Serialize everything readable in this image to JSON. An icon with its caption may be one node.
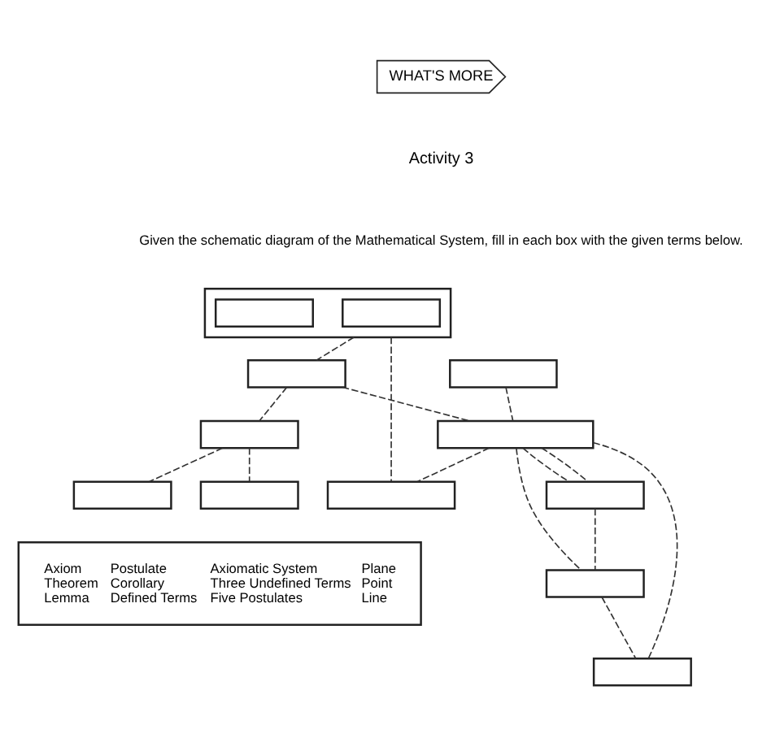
{
  "diagram": {
    "nodes": [
      {
        "text": [
          "WHAT'S MORE"
        ]
      },
      {
        "text": [],
        "shape": "box"
      },
      {
        "text": [],
        "shape": "box",
        "in": 1
      },
      {
        "text": [],
        "shape": "box",
        "in": 1
      },
      {
        "text": [],
        "shape": "box"
      },
      {
        "text": [],
        "shape": "box"
      },
      {
        "text": [],
        "shape": "box"
      },
      {
        "text": [],
        "shape": "box"
      },
      {
        "text": [],
        "shape": "box"
      },
      {
        "text": [],
        "shape": "box"
      },
      {
        "text": [],
        "shape": "box"
      },
      {
        "text": [],
        "shape": "box"
      },
      {
        "text": [],
        "shape": "box"
      },
      {
        "text": [],
        "shape": "box"
      },
      {
        "text": [
          "Axiom",
          "Theorem",
          "Lemma",
          "Postulate",
          "Corollary",
          "Defined Terms",
          "Axiomatic System",
          "Three Undefined Terms",
          "Five Postulates",
          "Plane",
          "Point",
          "Line"
        ]
      }
    ],
    "edges": [
      {
        "from": 1,
        "to": 4,
        "arrow": "none",
        "style": "dashed"
      },
      {
        "from": 4,
        "to": 5,
        "arrow": "none",
        "style": "dashed"
      },
      {
        "from": 5,
        "to": 6,
        "arrow": "none",
        "style": "dashed"
      },
      {
        "from": 5,
        "to": 7,
        "arrow": "none",
        "style": "dashed"
      },
      {
        "from": 4,
        "to": 9,
        "arrow": "none",
        "style": "dashed"
      },
      {
        "from": 1,
        "to": 13,
        "arrow": "none",
        "style": "dashed"
      },
      {
        "from": 8,
        "to": 9,
        "arrow": "none",
        "style": "dashed"
      },
      {
        "from": 9,
        "to": 10,
        "arrow": "none",
        "style": "dashed"
      },
      {
        "from": 10,
        "to": 11,
        "arrow": "none",
        "style": "dashed"
      },
      {
        "from": 11,
        "to": 12,
        "arrow": "none",
        "style": "dashed"
      },
      {
        "from": 9,
        "to": 10,
        "arrow": "none",
        "style": "dashed"
      },
      {
        "from": 9,
        "to": 11,
        "arrow": "none",
        "style": "dashed"
      },
      {
        "from": 9,
        "to": 12,
        "arrow": "none",
        "style": "dashed"
      },
      {
        "from": 9,
        "to": 13,
        "arrow": "none",
        "style": "dashed"
      }
    ],
    "labels": [
      "Activity 3",
      "Given the schematic diagram of the Mathematical System, fill in each box with the given terms below."
    ]
  }
}
